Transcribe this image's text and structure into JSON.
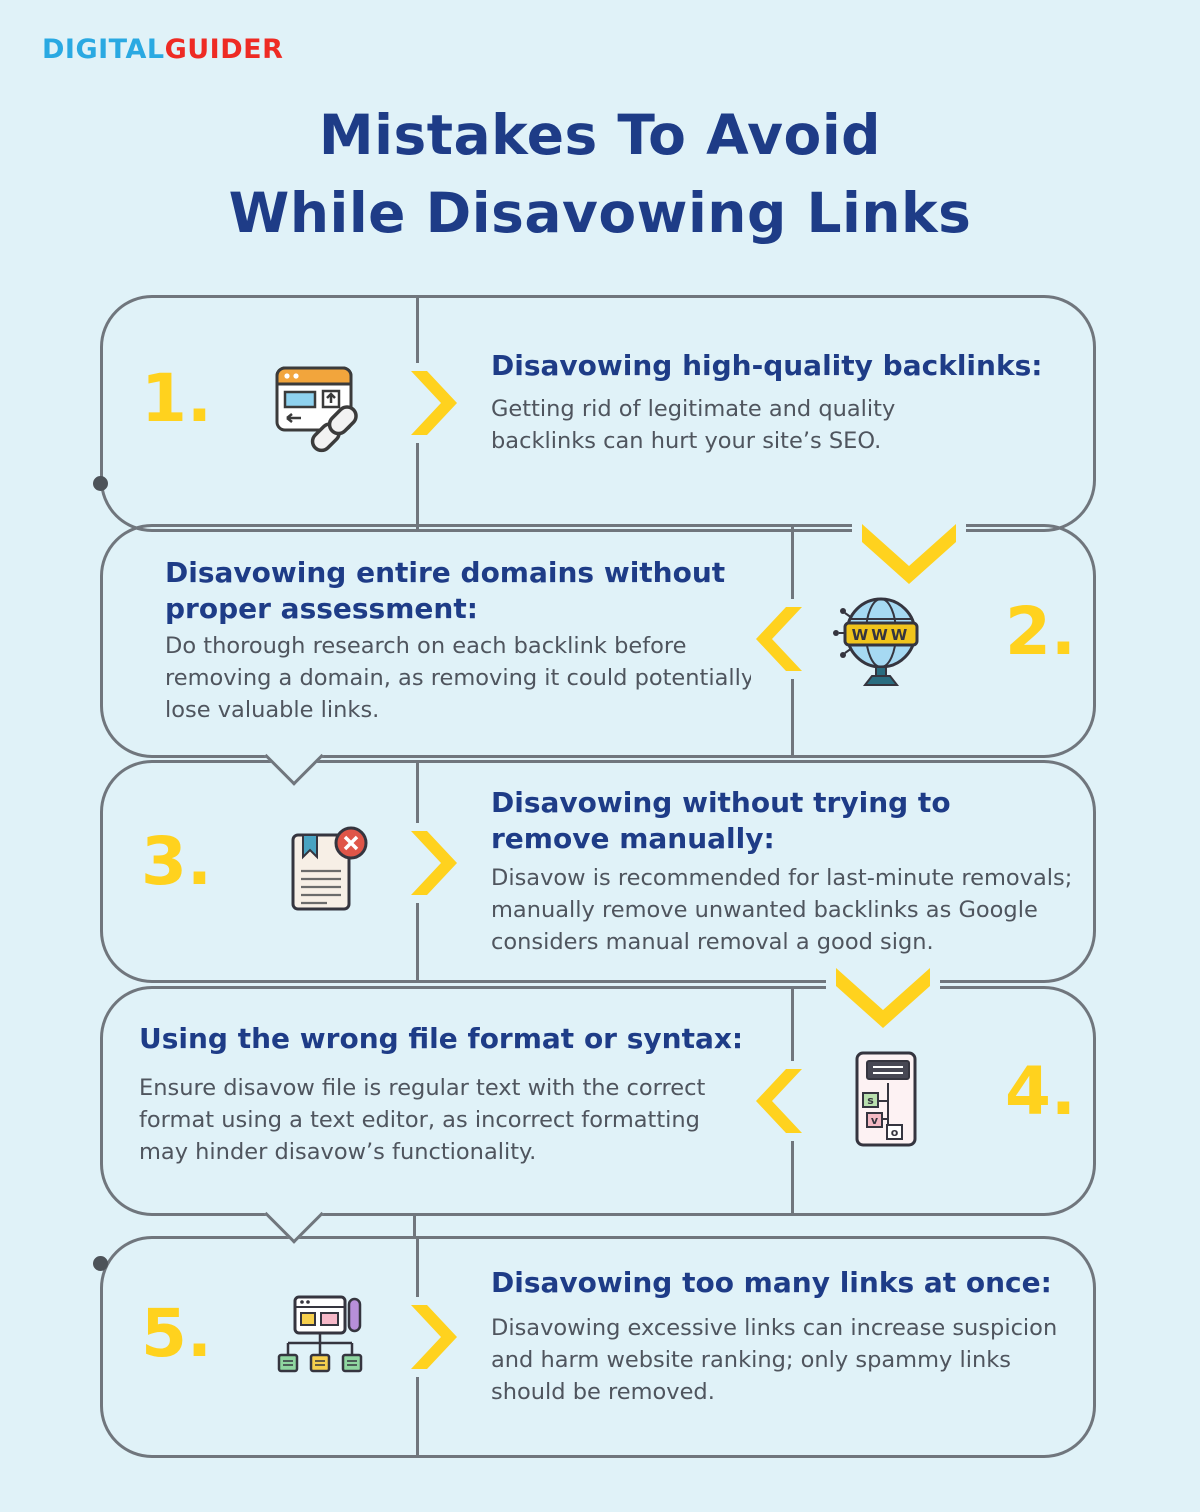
{
  "logo": {
    "part1": "DIGITAL",
    "part2": "GUIDER"
  },
  "title": {
    "line1": "Mistakes To Avoid",
    "line2": "While Disavowing Links"
  },
  "icon_labels": {
    "globe": "WWW",
    "s": "s",
    "v": "v",
    "o": "o"
  },
  "colors": {
    "background": "#e0f2f8",
    "heading_navy": "#1e3c87",
    "body_gray": "#4f555e",
    "accent_yellow": "#ffd21e",
    "bubble_border": "#70767d",
    "logo_blue": "#2aa9e2",
    "logo_red": "#ee2b24"
  },
  "items": [
    {
      "number": "1.",
      "icon": "browser-link-icon",
      "heading": "Disavowing high-quality backlinks:",
      "body": "Getting rid of legitimate and quality backlinks can hurt your site’s SEO."
    },
    {
      "number": "2.",
      "icon": "globe-www-icon",
      "heading": "Disavowing entire domains without proper assessment:",
      "body": "Do thorough research on each backlink before removing a domain, as removing it could potentially lose valuable links."
    },
    {
      "number": "3.",
      "icon": "document-remove-icon",
      "heading": "Disavowing without trying to remove manually:",
      "body": "Disavow is recommended for last-minute removals; manually remove unwanted backlinks as Google considers manual removal a good sign."
    },
    {
      "number": "4.",
      "icon": "file-syntax-icon",
      "heading": "Using the wrong file format or syntax:",
      "body": "Ensure disavow file is regular text with the correct format using a text editor, as incorrect formatting may hinder disavow’s functionality."
    },
    {
      "number": "5.",
      "icon": "sitemap-icon",
      "heading": "Disavowing too many links at once:",
      "body": "Disavowing excessive links can increase suspicion and harm website ranking; only spammy links should be removed."
    }
  ]
}
